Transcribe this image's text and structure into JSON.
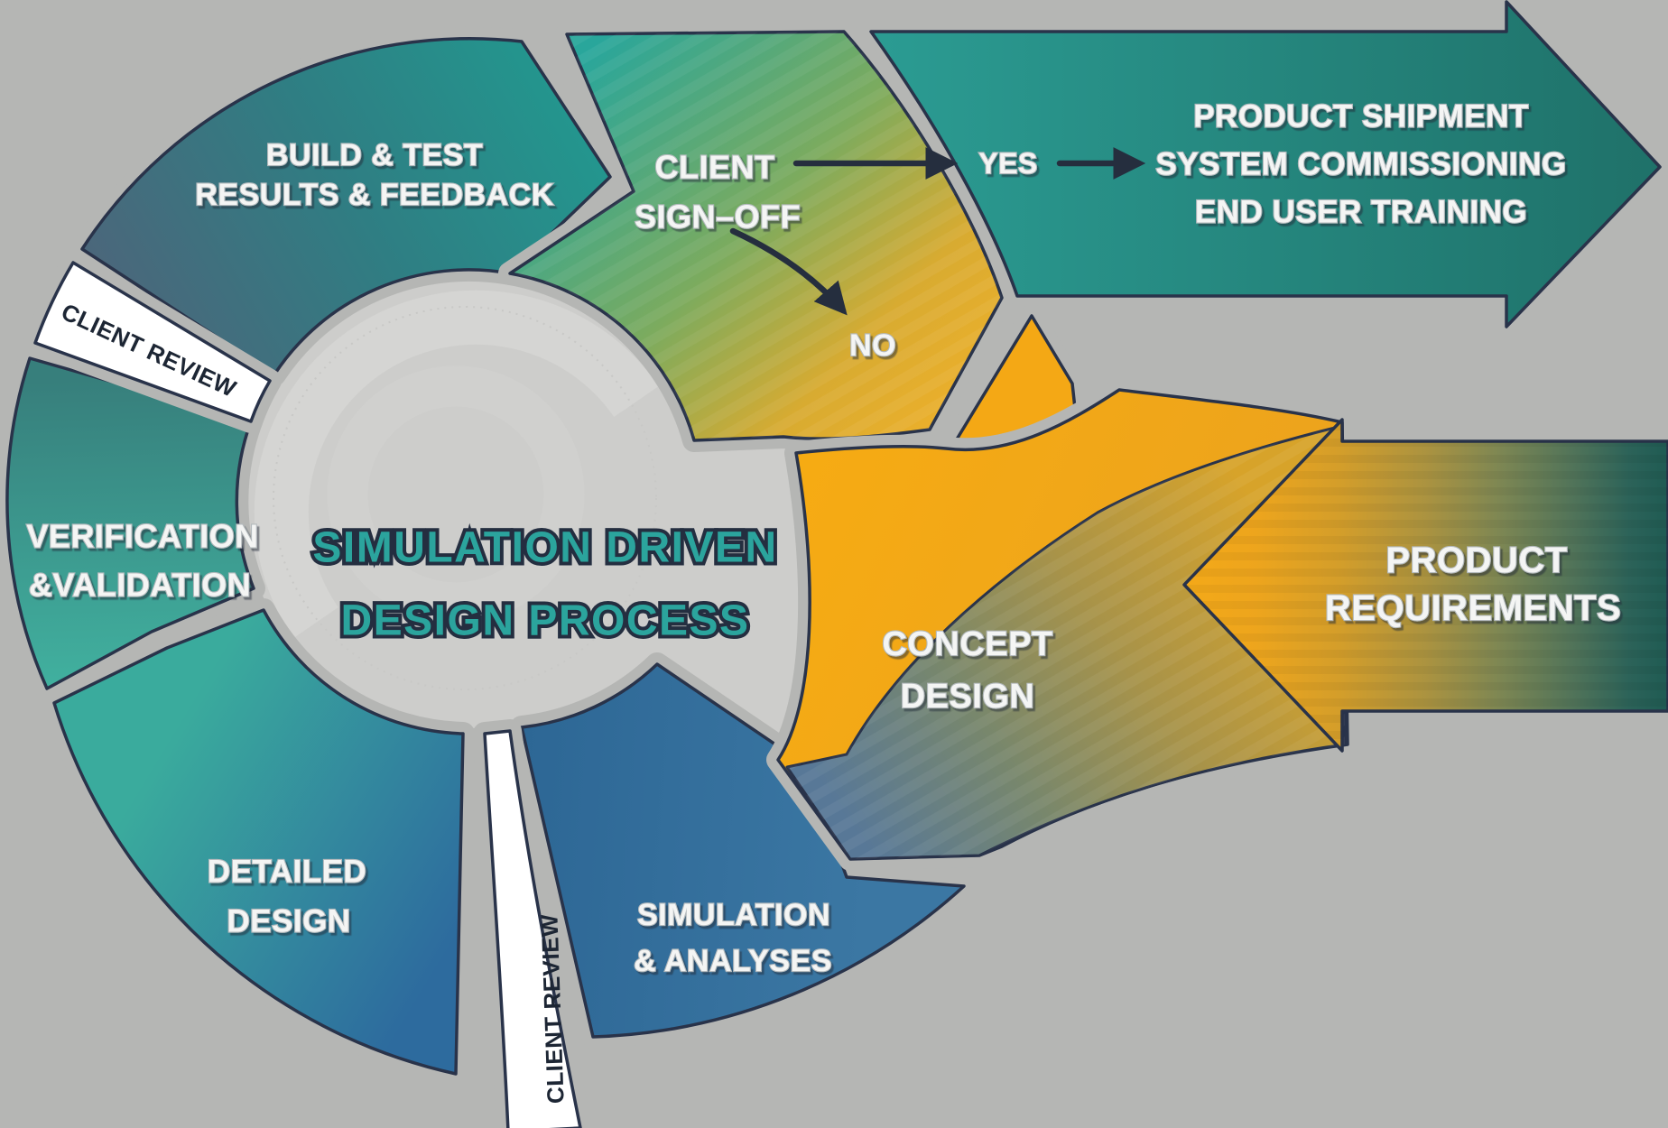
{
  "diagram": {
    "background_color": "#b5b6b4",
    "title": {
      "line1": "SIMULATION DRIVEN",
      "line2": "DESIGN PROCESS"
    },
    "segments": {
      "build_and_test": {
        "line1": "BUILD & TEST",
        "line2": "RESULTS & FEEDBACK"
      },
      "client_sign_off": {
        "line1": "CLIENT",
        "line2": "SIGN–OFF"
      },
      "client_review_upper": {
        "label": "CLIENT REVIEW"
      },
      "verification_validation": {
        "line1": "VERIFICATION",
        "line2": "&VALIDATION"
      },
      "detailed_design": {
        "line1": "DETAILED",
        "line2": "DESIGN"
      },
      "client_review_lower": {
        "label": "CLIENT REVIEW"
      },
      "simulation_analyses": {
        "line1": "SIMULATION",
        "line2": "& ANALYSES"
      },
      "concept_design": {
        "line1": "CONCEPT",
        "line2": "DESIGN"
      }
    },
    "flow": {
      "yes_label": "YES",
      "no_label": "NO"
    },
    "external_arrows": {
      "product_shipment": {
        "line1": "PRODUCT SHIPMENT",
        "line2": "SYSTEM COMMISSIONING",
        "line3": "END USER TRAINING"
      },
      "product_requirements": {
        "line1": "PRODUCT",
        "line2": "REQUIREMENTS"
      }
    },
    "colors": {
      "background": "#b5b6b4",
      "outline": "#29334a",
      "title_teal": "#2ba49d",
      "teal_arrow_dark": "#1f7169",
      "teal_arrow_light": "#2b9c93",
      "segment_slate": "#4e647a",
      "segment_teal": "#2aa69b",
      "segment_blue": "#2f6d9f",
      "accent_orange": "#f4a918",
      "accent_yellow": "#eeb02a",
      "requirements_dark_teal": "#1f5b53",
      "review_white": "#ffffff",
      "inner_disc_gray": "#cdcdcb"
    }
  }
}
